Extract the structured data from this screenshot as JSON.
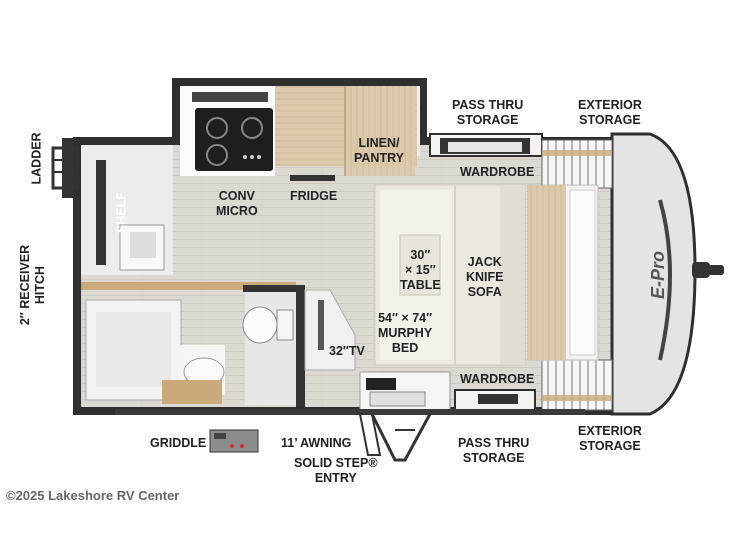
{
  "labels": {
    "pass_thru_top": [
      "PASS THRU",
      "STORAGE"
    ],
    "exterior_top": [
      "EXTERIOR",
      "STORAGE"
    ],
    "ladder": "LADDER",
    "linen_pantry": [
      "LINEN/",
      "PANTRY"
    ],
    "wardrobe_top": "WARDROBE",
    "conv_micro": [
      "CONV",
      "MICRO"
    ],
    "fridge": "FRIDGE",
    "shelf": "SHELF",
    "receiver_hitch": [
      "2″ RECEIVER",
      "HITCH"
    ],
    "table": [
      "30″",
      "× 15″",
      "TABLE"
    ],
    "jack_knife_sofa": [
      "JACK",
      "KNIFE",
      "SOFA"
    ],
    "murphy_bed": [
      "54″ × 74″",
      "MURPHY",
      "BED"
    ],
    "tv": "32″TV",
    "wardrobe_bottom": "WARDROBE",
    "griddle": "GRIDDLE",
    "awning": "11’ AWNING",
    "step_entry": [
      "SOLID STEP®",
      "ENTRY"
    ],
    "pass_thru_bottom": [
      "PASS THRU",
      "STORAGE"
    ],
    "exterior_bottom": [
      "EXTERIOR",
      "STORAGE"
    ],
    "brand_logo": "E-Pro",
    "copyright": "©2025 Lakeshore RV Center"
  },
  "colors": {
    "wall": "#2b2b2b",
    "floor": "#d9d6cf",
    "wood": "#d8c6a8",
    "sofa": "#ece8e0",
    "shell": "#e9e9e9"
  }
}
